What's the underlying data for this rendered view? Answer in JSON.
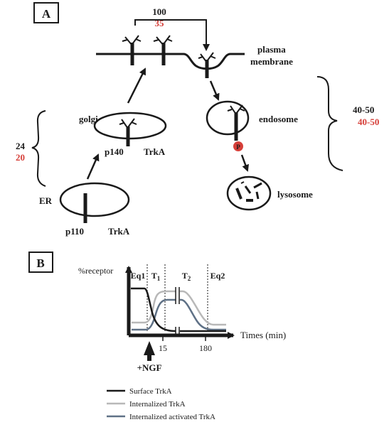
{
  "panel_a": {
    "panel_label": "A",
    "rate_top_black": "100",
    "rate_top_red": "35",
    "label_plasma": "plasma",
    "label_membrane": "membrane",
    "label_golgi": "golgi",
    "label_endosome": "endosome",
    "label_lysosome": "lysosome",
    "label_er": "ER",
    "label_p140": "p140",
    "label_trka_1": "TrkA",
    "label_p110": "p110",
    "label_trka_2": "TrkA",
    "left_black": "24",
    "left_red": "20",
    "right_black": "40-50",
    "right_red": "40-50",
    "phospho_marker": "P"
  },
  "panel_b": {
    "panel_label": "B",
    "y_label": "%receptor",
    "x_label": "Times (min)",
    "phases": [
      "Eq1",
      "T1",
      "T2",
      "Eq2"
    ],
    "tick_15": "15",
    "tick_180": "180",
    "stimulus": "+NGF",
    "legend": [
      {
        "label": "Surface TrkA",
        "color": "#1a1a1a"
      },
      {
        "label": "Internalized TrkA",
        "color": "#b8b8b8"
      },
      {
        "label": "Internalized activated TrkA",
        "color": "#5f7186"
      }
    ]
  },
  "colors": {
    "ink": "#1a1a1a",
    "red": "#d6403a",
    "gray": "#b8b8b8",
    "slate": "#5f7186"
  }
}
